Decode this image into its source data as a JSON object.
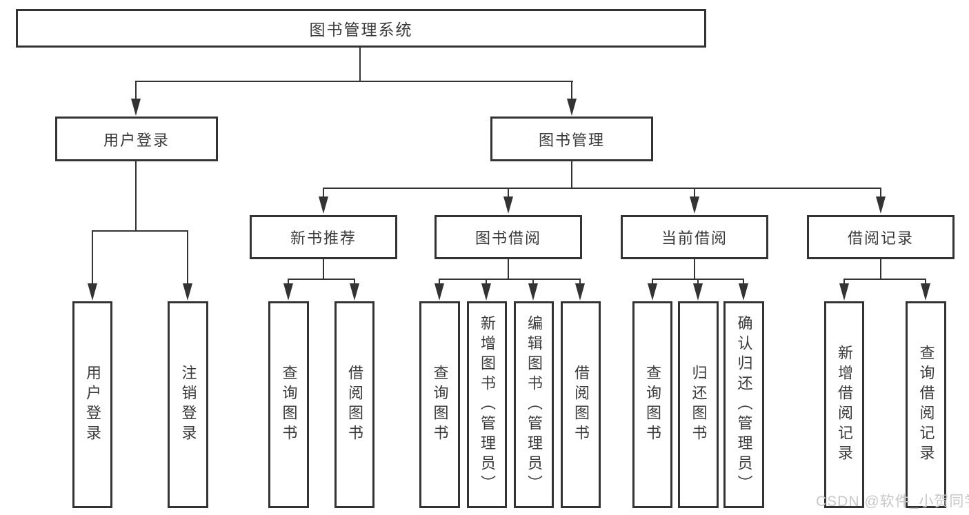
{
  "tree": {
    "root": "图书管理系统",
    "user_login": {
      "label": "用户登录",
      "children": [
        "用户登录",
        "注销登录"
      ]
    },
    "book_management": {
      "label": "图书管理",
      "children": [
        {
          "label": "新书推荐",
          "children": [
            "查询图书",
            "借阅图书"
          ]
        },
        {
          "label": "图书借阅",
          "children": [
            "查询图书",
            "新增图书（管理员）",
            "编辑图书（管理员）",
            "借阅图书"
          ]
        },
        {
          "label": "当前借阅",
          "children": [
            "查询图书",
            "归还图书",
            "确认归还（管理员）"
          ]
        },
        {
          "label": "借阅记录",
          "children": [
            "新增借阅记录",
            "查询借阅记录"
          ]
        }
      ]
    }
  },
  "watermark": "CSDN @软件_小贺同学",
  "colors": {
    "line": "#333333",
    "text": "#3a3a3a",
    "watermark": "#c8c8c8",
    "background": "#ffffff"
  }
}
